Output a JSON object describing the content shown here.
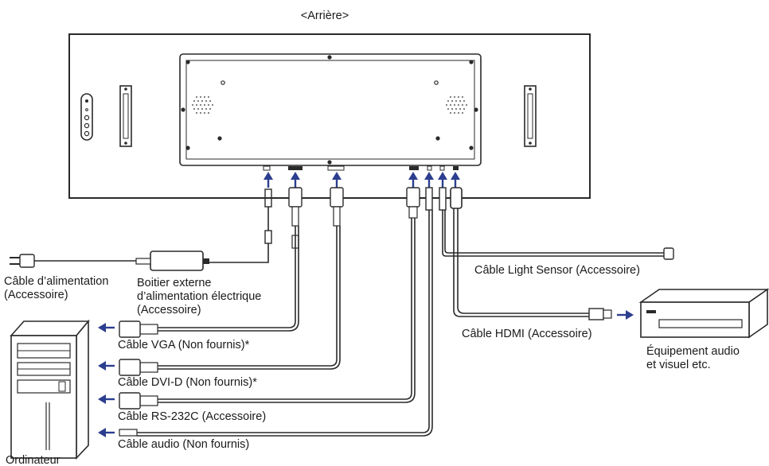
{
  "title": "<Arrière>",
  "labels": {
    "power_cable": "Câble d’alimentation",
    "power_cable_note": "(Accessoire)",
    "adapter_line1": "Boitier externe",
    "adapter_line2": "d’alimentation électrique",
    "adapter_line3": "(Accessoire)",
    "vga": "Câble VGA (Non fournis)*",
    "dvi": "Câble DVI-D (Non fournis)*",
    "rs232": "Câble RS-232C (Accessoire)",
    "audio": "Câble audio (Non fournis)",
    "computer": "Ordinateur",
    "light_sensor": "Câble Light Sensor (Accessoire)",
    "hdmi": "Câble HDMI (Accessoire)",
    "av_line1": "Équipement audio",
    "av_line2": "et visuel etc."
  },
  "colors": {
    "arrow": "#2c3e8f",
    "line": "#2a2a2a"
  }
}
